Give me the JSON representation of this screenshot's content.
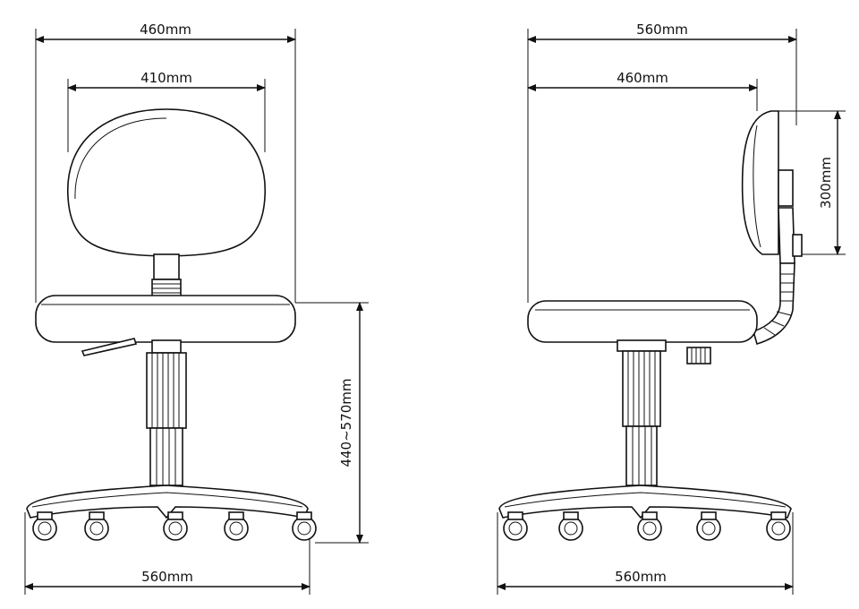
{
  "front_view": {
    "overall_width": "460mm",
    "backrest_width": "410mm",
    "seat_height_range": "440~570mm",
    "base_width": "560mm"
  },
  "side_view": {
    "overall_depth": "560mm",
    "seat_depth": "460mm",
    "backrest_height": "300mm",
    "base_width": "560mm"
  },
  "colors": {
    "line": "#111111",
    "background": "#ffffff"
  }
}
